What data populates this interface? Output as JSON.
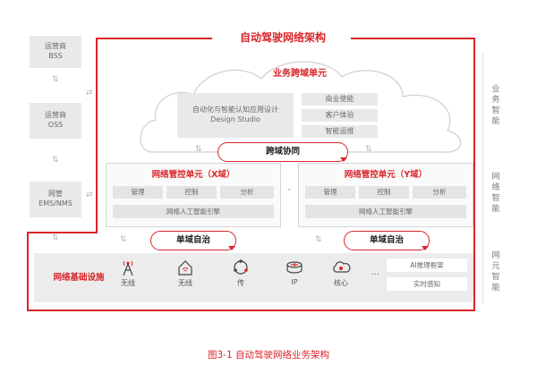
{
  "title": "自动驾驶网络架构",
  "caption": "图3-1 自动驾驶网络业务架构",
  "left_stack": [
    {
      "line1": "运营商",
      "line2": "BSS"
    },
    {
      "line1": "运营商",
      "line2": "OSS"
    },
    {
      "line1": "网管",
      "line2": "EMS/NMS"
    }
  ],
  "cloud": {
    "title": "业务跨域单元",
    "main_box": {
      "line1": "自动化与智能认知应用设计",
      "line2": "Design Studio"
    },
    "side_boxes": [
      "商业使能",
      "客户体验",
      "智能运维"
    ]
  },
  "cross_domain": "跨域协同",
  "control_units": [
    {
      "title": "网络管控单元（X域）",
      "cells": [
        "管理",
        "控制",
        "分析"
      ],
      "engine": "网络人工智能引擎"
    },
    {
      "title": "网络管控单元（Y域）",
      "cells": [
        "管理",
        "控制",
        "分析"
      ],
      "engine": "网络人工智能引擎"
    }
  ],
  "dash": "–",
  "single_domain": [
    "单域自治",
    "单域自治"
  ],
  "infra": {
    "label": "网络基础设施",
    "items": [
      {
        "label": "无线",
        "icon": "radio-tower-icon"
      },
      {
        "label": "无线",
        "icon": "home-router-icon"
      },
      {
        "label": "传",
        "icon": "transport-ring-icon"
      },
      {
        "label": "IP",
        "icon": "ip-router-icon"
      },
      {
        "label": "核心",
        "icon": "core-cloud-icon"
      }
    ],
    "dots": "···",
    "right_boxes": [
      "AI推理框架",
      "实时感知"
    ]
  },
  "right_labels": [
    {
      "chars": [
        "业",
        "务",
        "智",
        "能"
      ]
    },
    {
      "chars": [
        "网",
        "络",
        "智",
        "能"
      ]
    },
    {
      "chars": [
        "网",
        "元",
        "智",
        "能"
      ]
    }
  ],
  "colors": {
    "accent": "#d9252a",
    "box": "#e9e9e9"
  }
}
